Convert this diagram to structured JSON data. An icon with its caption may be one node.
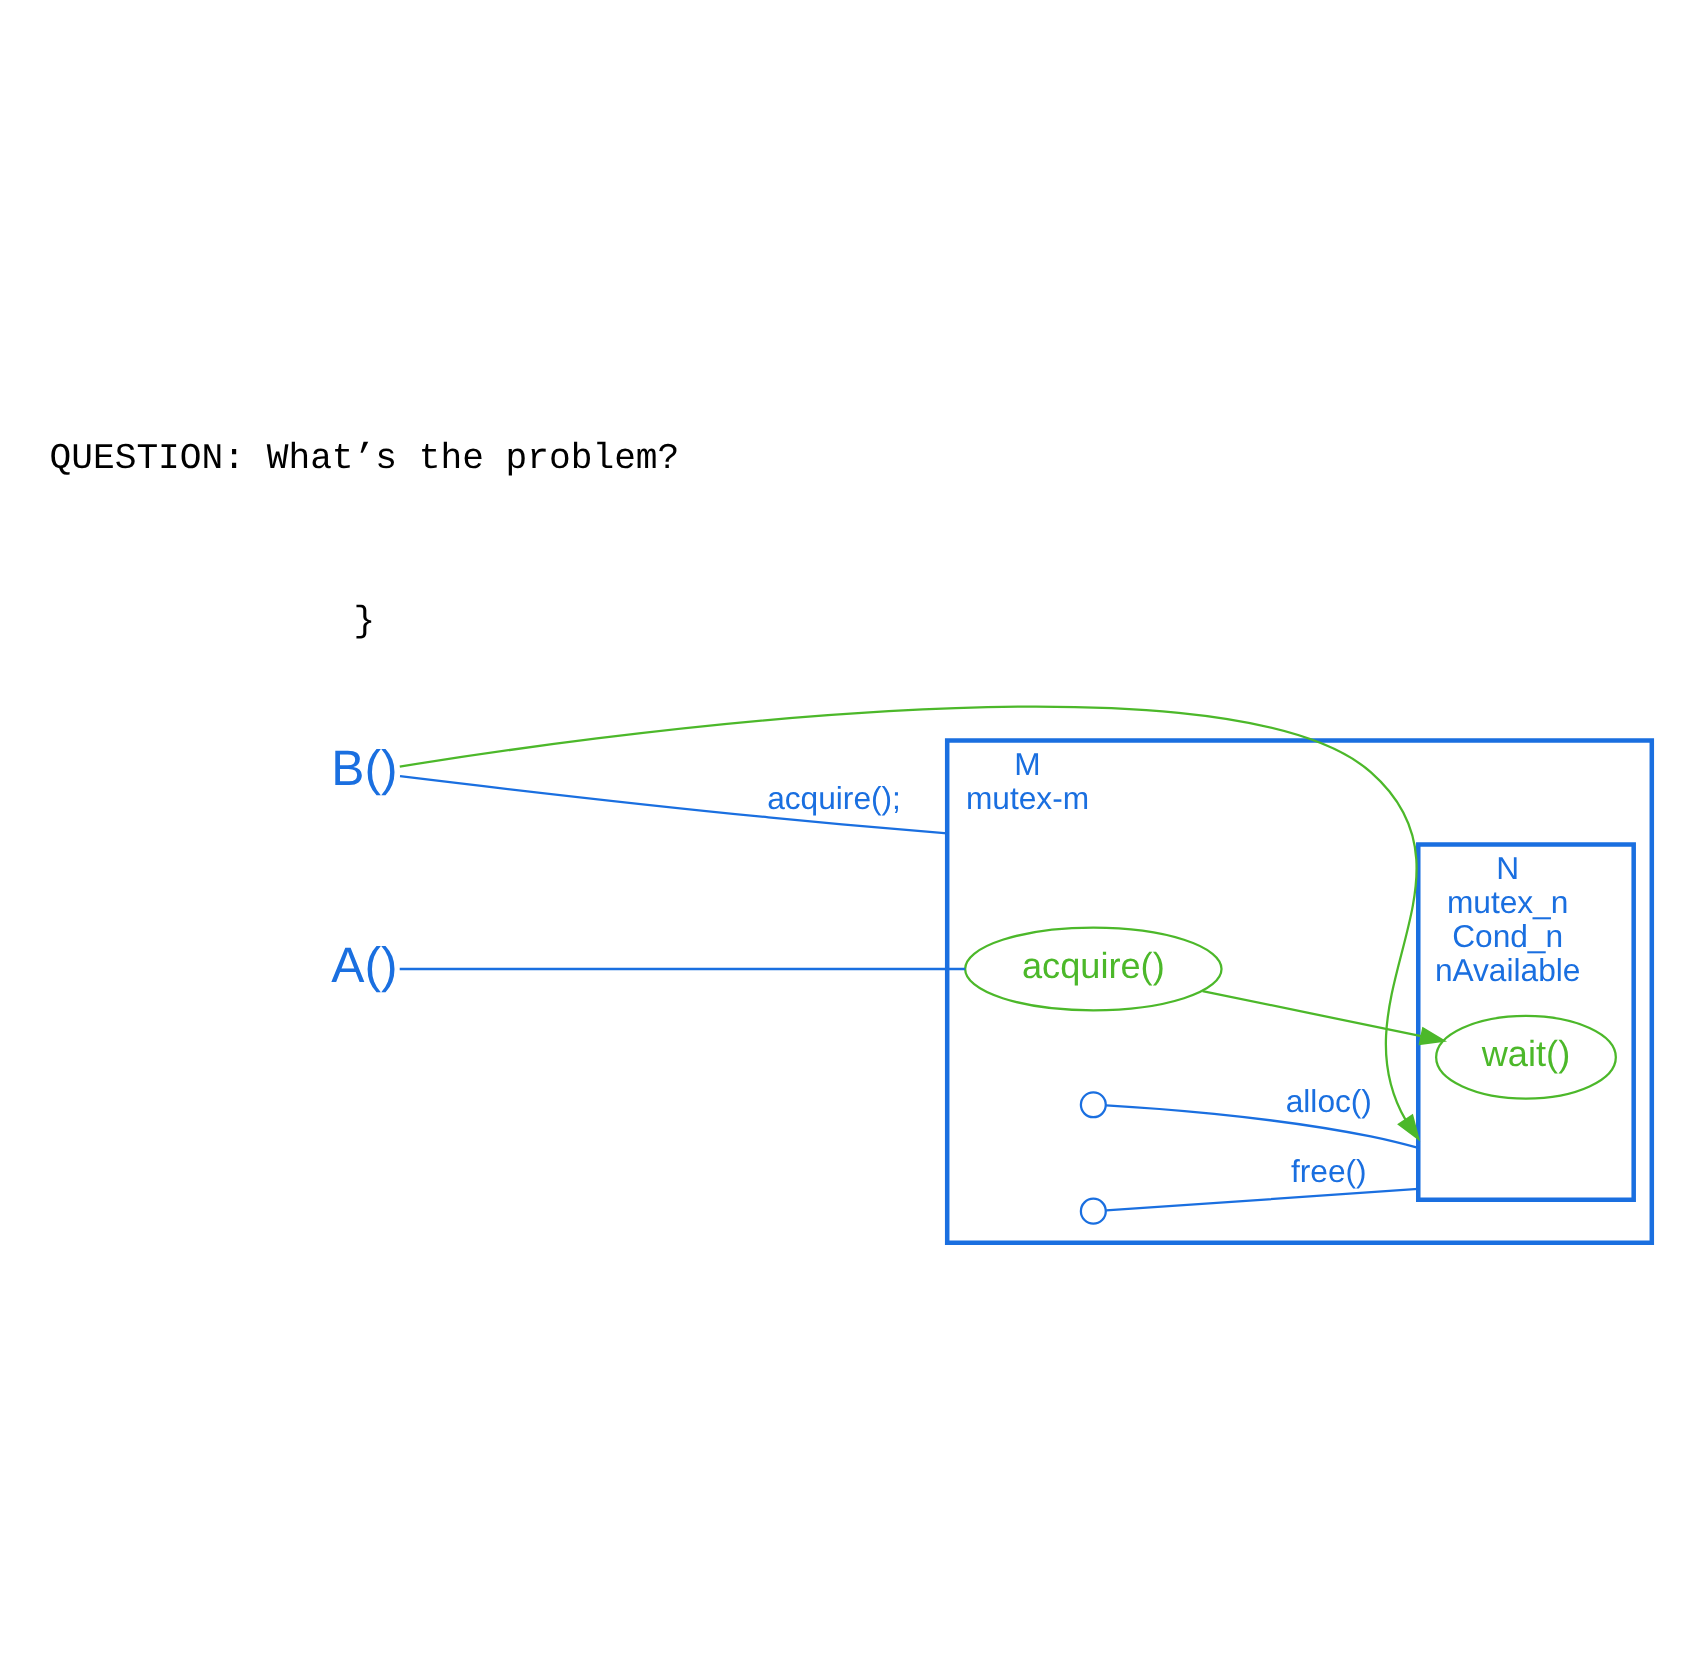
{
  "diagram": {
    "nodes": [
      {
        "text": [
          "M",
          "mutex-m"
        ]
      },
      {
        "text": [
          "N",
          "mutex_n",
          "Cond_n",
          "nAvailable"
        ],
        "in": 0
      },
      {
        "text": [
          "A()"
        ]
      },
      {
        "text": [
          "B()"
        ]
      },
      {
        "text": [
          "acquire()"
        ],
        "in": 0
      },
      {
        "text": [
          "wait()"
        ],
        "in": 1
      },
      {
        "text": [],
        "shape": "circle",
        "in": 0
      },
      {
        "text": [],
        "shape": "circle",
        "in": 0
      }
    ],
    "edges": [
      {
        "from": 2,
        "to": 4,
        "arrow": "none"
      },
      {
        "from": 4,
        "to": 5,
        "arrow": "to",
        "color": "#4cb82a"
      },
      {
        "from": 6,
        "to": 1,
        "arrow": "none",
        "label": "alloc()"
      },
      {
        "from": 3,
        "to": 0,
        "arrow": "none",
        "label": "acquire();"
      },
      {
        "from": 3,
        "to": 1,
        "arrow": "to",
        "color": "#4cb82a"
      },
      {
        "from": 7,
        "to": 1,
        "arrow": "none",
        "label": "free()"
      }
    ],
    "labels": [
      "}",
      "QUESTION: What’s the problem?"
    ]
  }
}
